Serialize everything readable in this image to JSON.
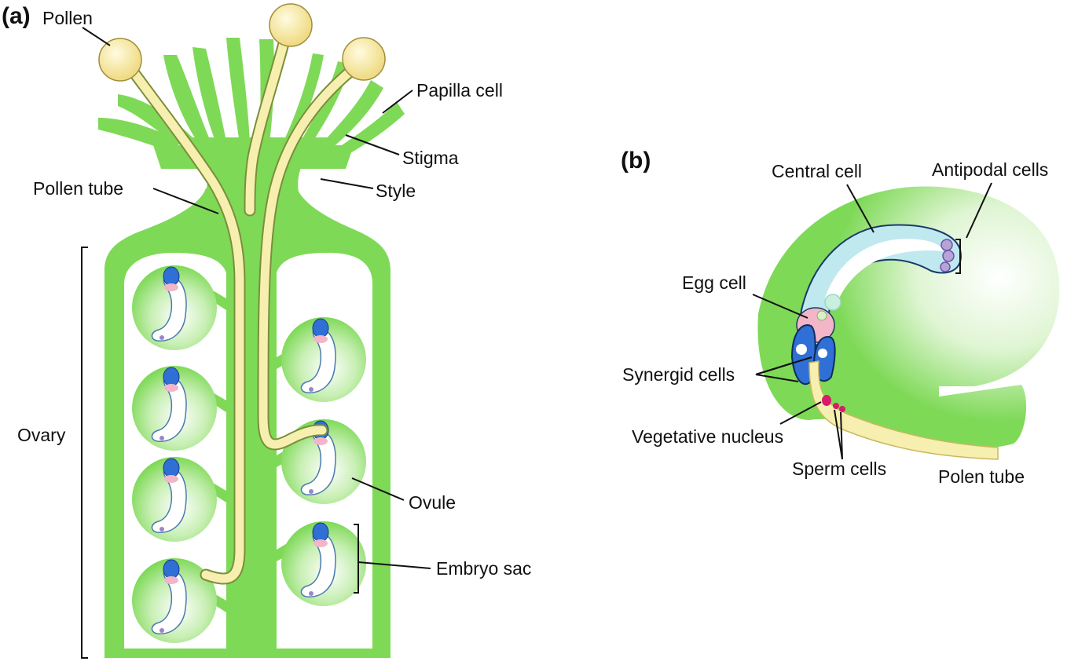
{
  "panels": {
    "a": {
      "label": "(a)",
      "labels": {
        "pollen": "Pollen",
        "papilla_cell": "Papilla cell",
        "stigma": "Stigma",
        "style": "Style",
        "pollen_tube": "Pollen tube",
        "ovary": "Ovary",
        "ovule": "Ovule",
        "embryo_sac": "Embryo sac"
      }
    },
    "b": {
      "label": "(b)",
      "labels": {
        "central_cell": "Central cell",
        "antipodal_cells": "Antipodal cells",
        "egg_cell": "Egg cell",
        "synergid_cells": "Synergid cells",
        "vegetative_nucleus": "Vegetative nucleus",
        "sperm_cells": "Sperm cells",
        "polen_tube": "Polen tube"
      }
    }
  },
  "colors": {
    "tissue_green": "#7ed957",
    "light_green": "#a8e48c",
    "pollen_yellow": "#f3e49a",
    "tube_cream": "#f7efb0",
    "cavity_white": "#ffffff",
    "central_cell_blue": "#bfe9ee",
    "synergid_blue": "#2f6fd6",
    "egg_pink": "#f2b6c8",
    "sperm_magenta": "#d81b6a",
    "antipodal_purple": "#9b85c9",
    "line_black": "#111111"
  }
}
